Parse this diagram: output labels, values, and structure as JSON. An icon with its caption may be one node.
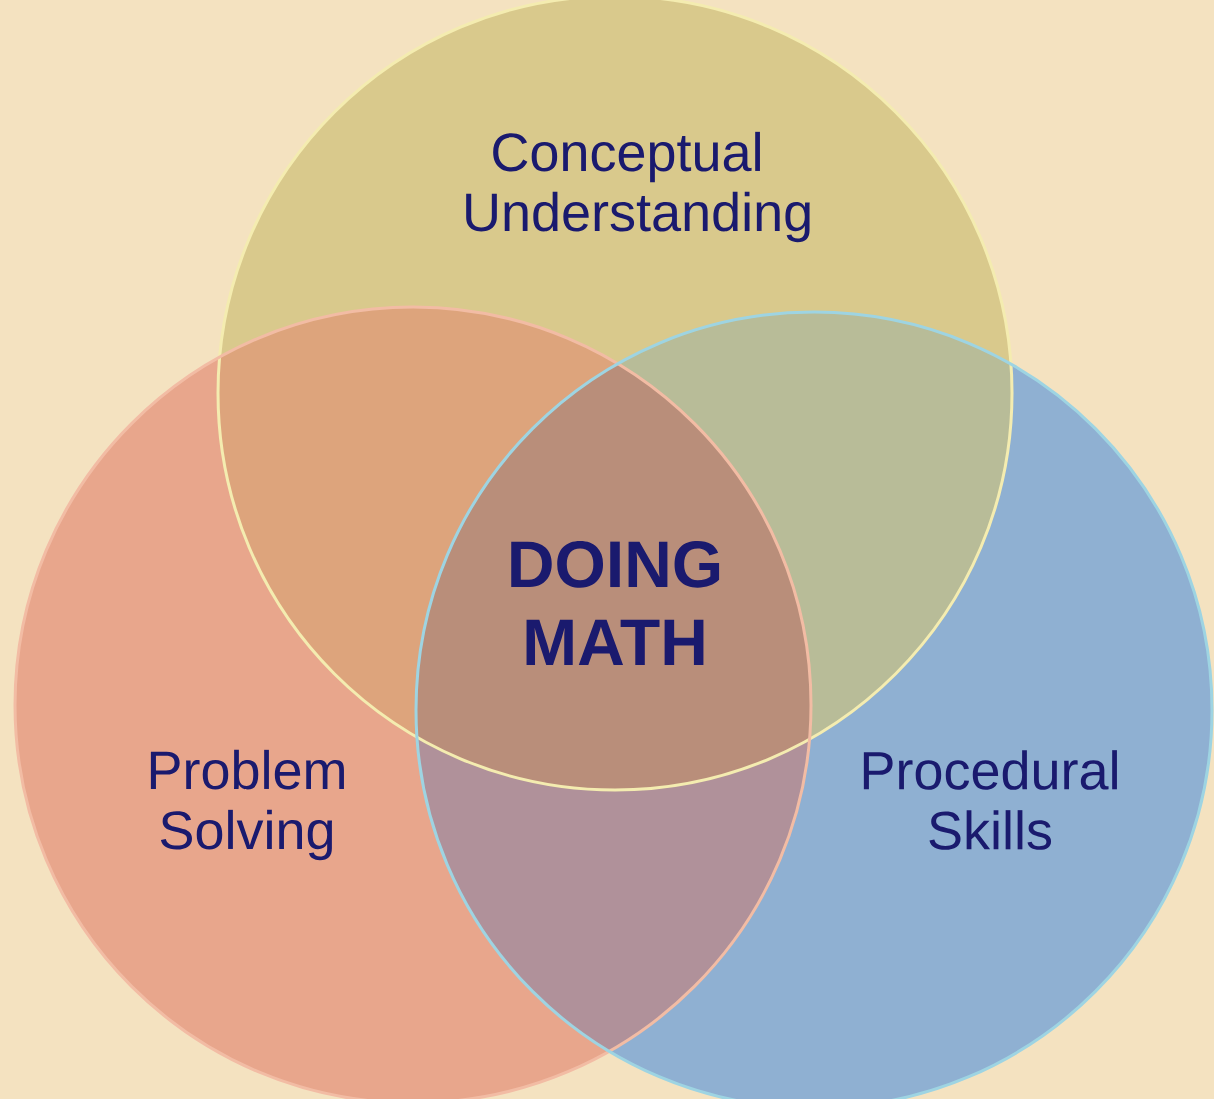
{
  "diagram": {
    "nodes": [
      {
        "text": [
          "Conceptual Understanding"
        ]
      },
      {
        "text": [
          "Problem Solving"
        ]
      },
      {
        "text": [
          "Procedural Skills"
        ]
      }
    ],
    "labels": [
      "DOING MATH"
    ]
  }
}
